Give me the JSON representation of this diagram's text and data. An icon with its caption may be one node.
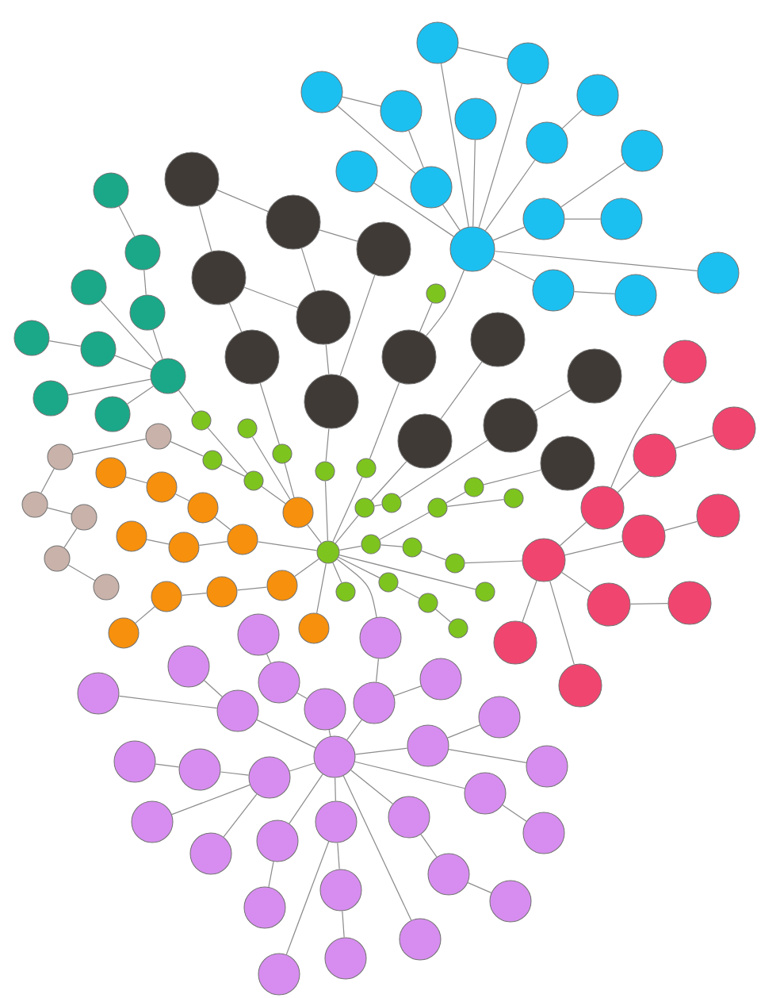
{
  "diagram": {
    "nodes": [
      {
        "text": [],
        "shape": "circle"
      },
      {
        "text": [],
        "shape": "circle"
      },
      {
        "text": [],
        "shape": "circle"
      },
      {
        "text": [],
        "shape": "circle"
      },
      {
        "text": [],
        "shape": "circle"
      },
      {
        "text": [],
        "shape": "circle"
      },
      {
        "text": [],
        "shape": "circle"
      },
      {
        "text": [],
        "shape": "circle"
      },
      {
        "text": [],
        "shape": "circle"
      },
      {
        "text": [],
        "shape": "circle"
      },
      {
        "text": [],
        "shape": "circle"
      },
      {
        "text": [],
        "shape": "circle"
      },
      {
        "text": [],
        "shape": "circle"
      },
      {
        "text": [],
        "shape": "circle"
      },
      {
        "text": [],
        "shape": "circle"
      },
      {
        "text": [],
        "shape": "circle"
      },
      {
        "text": [],
        "shape": "circle"
      },
      {
        "text": [],
        "shape": "circle"
      },
      {
        "text": [],
        "shape": "circle"
      },
      {
        "text": [],
        "shape": "circle"
      },
      {
        "text": [],
        "shape": "circle"
      },
      {
        "text": [],
        "shape": "circle"
      },
      {
        "text": [],
        "shape": "circle"
      },
      {
        "text": [],
        "shape": "circle"
      },
      {
        "text": [],
        "shape": "circle"
      },
      {
        "text": [],
        "shape": "circle"
      },
      {
        "text": [],
        "shape": "circle"
      },
      {
        "text": [],
        "shape": "circle"
      },
      {
        "text": [],
        "shape": "circle"
      },
      {
        "text": [],
        "shape": "circle"
      },
      {
        "text": [],
        "shape": "circle"
      },
      {
        "text": [],
        "shape": "circle"
      },
      {
        "text": [],
        "shape": "circle"
      },
      {
        "text": [],
        "shape": "circle"
      },
      {
        "text": [],
        "shape": "circle"
      },
      {
        "text": [],
        "shape": "circle"
      },
      {
        "text": [],
        "shape": "circle"
      },
      {
        "text": [],
        "shape": "circle"
      },
      {
        "text": [],
        "shape": "circle"
      },
      {
        "text": [],
        "shape": "circle"
      },
      {
        "text": [],
        "shape": "circle"
      },
      {
        "text": [],
        "shape": "circle"
      },
      {
        "text": [],
        "shape": "circle"
      },
      {
        "text": [],
        "shape": "circle"
      },
      {
        "text": [],
        "shape": "circle"
      },
      {
        "text": [],
        "shape": "circle"
      },
      {
        "text": [],
        "shape": "circle"
      },
      {
        "text": [],
        "shape": "circle"
      },
      {
        "text": [],
        "shape": "circle"
      },
      {
        "text": [],
        "shape": "circle"
      },
      {
        "text": [],
        "shape": "circle"
      },
      {
        "text": [],
        "shape": "circle"
      },
      {
        "text": [],
        "shape": "circle"
      },
      {
        "text": [],
        "shape": "circle"
      },
      {
        "text": [],
        "shape": "circle"
      },
      {
        "text": [],
        "shape": "circle"
      },
      {
        "text": [],
        "shape": "circle"
      },
      {
        "text": [],
        "shape": "circle"
      },
      {
        "text": [],
        "shape": "circle"
      },
      {
        "text": [],
        "shape": "circle"
      },
      {
        "text": [],
        "shape": "circle"
      },
      {
        "text": [],
        "shape": "circle"
      },
      {
        "text": [],
        "shape": "circle"
      },
      {
        "text": [],
        "shape": "circle"
      },
      {
        "text": [],
        "shape": "circle"
      },
      {
        "text": [],
        "shape": "circle"
      },
      {
        "text": [],
        "shape": "circle"
      },
      {
        "text": [],
        "shape": "circle"
      },
      {
        "text": [],
        "shape": "circle"
      },
      {
        "text": [],
        "shape": "circle"
      },
      {
        "text": [],
        "shape": "circle"
      },
      {
        "text": [],
        "shape": "circle"
      },
      {
        "text": [],
        "shape": "circle"
      },
      {
        "text": [],
        "shape": "circle"
      },
      {
        "text": [],
        "shape": "circle"
      },
      {
        "text": [],
        "shape": "circle"
      },
      {
        "text": [],
        "shape": "circle"
      },
      {
        "text": [],
        "shape": "circle"
      },
      {
        "text": [],
        "shape": "circle"
      },
      {
        "text": [],
        "shape": "circle"
      },
      {
        "text": [],
        "shape": "circle"
      },
      {
        "text": [],
        "shape": "circle"
      },
      {
        "text": [],
        "shape": "circle"
      },
      {
        "text": [],
        "shape": "circle"
      },
      {
        "text": [],
        "shape": "circle"
      },
      {
        "text": [],
        "shape": "circle"
      },
      {
        "text": [],
        "shape": "circle"
      },
      {
        "text": [],
        "shape": "circle"
      },
      {
        "text": [],
        "shape": "circle"
      },
      {
        "text": [],
        "shape": "circle"
      },
      {
        "text": [],
        "shape": "circle"
      },
      {
        "text": [],
        "shape": "circle"
      },
      {
        "text": [],
        "shape": "circle"
      },
      {
        "text": [],
        "shape": "circle"
      },
      {
        "text": [],
        "shape": "circle"
      },
      {
        "text": [],
        "shape": "circle"
      },
      {
        "text": [],
        "shape": "circle"
      },
      {
        "text": [],
        "shape": "circle"
      },
      {
        "text": [],
        "shape": "circle"
      },
      {
        "text": [],
        "shape": "circle"
      },
      {
        "text": [],
        "shape": "circle"
      },
      {
        "text": [],
        "shape": "circle"
      },
      {
        "text": [],
        "shape": "circle"
      },
      {
        "text": [],
        "shape": "circle"
      },
      {
        "text": [],
        "shape": "circle"
      },
      {
        "text": [],
        "shape": "circle"
      },
      {
        "text": [],
        "shape": "circle"
      },
      {
        "text": [],
        "shape": "circle"
      },
      {
        "text": [],
        "shape": "circle"
      },
      {
        "text": [],
        "shape": "circle"
      },
      {
        "text": [],
        "shape": "circle"
      },
      {
        "text": [],
        "shape": "circle"
      },
      {
        "text": [],
        "shape": "circle"
      },
      {
        "text": [],
        "shape": "circle"
      },
      {
        "text": [],
        "shape": "circle"
      },
      {
        "text": [],
        "shape": "circle"
      },
      {
        "text": [],
        "shape": "circle"
      },
      {
        "text": [],
        "shape": "circle"
      },
      {
        "text": [],
        "shape": "circle"
      }
    ],
    "edges": [
      {
        "from": 1,
        "to": 2,
        "arrow": "none"
      },
      {
        "from": 1,
        "to": 3,
        "arrow": "none"
      },
      {
        "from": 9,
        "to": 4,
        "arrow": "none"
      },
      {
        "from": 9,
        "to": 5,
        "arrow": "none"
      },
      {
        "from": 1,
        "to": 6,
        "arrow": "none"
      },
      {
        "from": 10,
        "to": 7,
        "arrow": "none"
      },
      {
        "from": 1,
        "to": 8,
        "arrow": "none"
      },
      {
        "from": 1,
        "to": 9,
        "arrow": "none"
      },
      {
        "from": 1,
        "to": 10,
        "arrow": "none"
      },
      {
        "from": 12,
        "to": 11,
        "arrow": "none"
      },
      {
        "from": 1,
        "to": 12,
        "arrow": "none"
      },
      {
        "from": 12,
        "to": 13,
        "arrow": "none"
      },
      {
        "from": 1,
        "to": 14,
        "arrow": "none"
      },
      {
        "from": 14,
        "to": 15,
        "arrow": "none"
      },
      {
        "from": 1,
        "to": 16,
        "arrow": "none"
      },
      {
        "from": 2,
        "to": 3,
        "arrow": "none"
      },
      {
        "from": 4,
        "to": 5,
        "arrow": "none"
      },
      {
        "from": 23,
        "to": 1,
        "arrow": "none"
      },
      {
        "from": 20,
        "to": 17,
        "arrow": "none"
      },
      {
        "from": 21,
        "to": 18,
        "arrow": "none"
      },
      {
        "from": 26,
        "to": 19,
        "arrow": "none"
      },
      {
        "from": 22,
        "to": 20,
        "arrow": "none"
      },
      {
        "from": 26,
        "to": 21,
        "arrow": "none"
      },
      {
        "from": 60,
        "to": 22,
        "arrow": "none"
      },
      {
        "from": 64,
        "to": 23,
        "arrow": "none"
      },
      {
        "from": 27,
        "to": 24,
        "arrow": "none"
      },
      {
        "from": 28,
        "to": 25,
        "arrow": "none"
      },
      {
        "from": 63,
        "to": 26,
        "arrow": "none"
      },
      {
        "from": 77,
        "to": 27,
        "arrow": "none"
      },
      {
        "from": 65,
        "to": 28,
        "arrow": "none"
      },
      {
        "from": 67,
        "to": 29,
        "arrow": "none"
      },
      {
        "from": 17,
        "to": 18,
        "arrow": "none"
      },
      {
        "from": 18,
        "to": 19,
        "arrow": "none"
      },
      {
        "from": 20,
        "to": 21,
        "arrow": "none"
      },
      {
        "from": 58,
        "to": 30,
        "arrow": "none"
      },
      {
        "from": 32,
        "to": 31,
        "arrow": "none"
      },
      {
        "from": 34,
        "to": 32,
        "arrow": "none"
      },
      {
        "from": 30,
        "to": 33,
        "arrow": "none"
      },
      {
        "from": 30,
        "to": 34,
        "arrow": "none"
      },
      {
        "from": 36,
        "to": 35,
        "arrow": "none"
      },
      {
        "from": 30,
        "to": 36,
        "arrow": "none"
      },
      {
        "from": 30,
        "to": 37,
        "arrow": "none"
      },
      {
        "from": 30,
        "to": 38,
        "arrow": "none"
      },
      {
        "from": 61,
        "to": 40,
        "arrow": "none"
      },
      {
        "from": 39,
        "to": 40,
        "arrow": "none"
      },
      {
        "from": 39,
        "to": 41,
        "arrow": "none"
      },
      {
        "from": 41,
        "to": 42,
        "arrow": "none"
      },
      {
        "from": 42,
        "to": 43,
        "arrow": "none"
      },
      {
        "from": 43,
        "to": 44,
        "arrow": "none"
      },
      {
        "from": 46,
        "to": 45,
        "arrow": "none"
      },
      {
        "from": 48,
        "to": 46,
        "arrow": "none"
      },
      {
        "from": 50,
        "to": 47,
        "arrow": "none"
      },
      {
        "from": 49,
        "to": 48,
        "arrow": "none"
      },
      {
        "from": 0,
        "to": 49,
        "arrow": "none"
      },
      {
        "from": 49,
        "to": 50,
        "arrow": "none"
      },
      {
        "from": 0,
        "to": 51,
        "arrow": "none"
      },
      {
        "from": 53,
        "to": 52,
        "arrow": "none"
      },
      {
        "from": 54,
        "to": 53,
        "arrow": "none"
      },
      {
        "from": 0,
        "to": 54,
        "arrow": "none"
      },
      {
        "from": 52,
        "to": 55,
        "arrow": "none"
      },
      {
        "from": 0,
        "to": 56,
        "arrow": "none"
      },
      {
        "from": 23,
        "to": 57,
        "arrow": "none"
      },
      {
        "from": 62,
        "to": 58,
        "arrow": "none"
      },
      {
        "from": 51,
        "to": 59,
        "arrow": "none"
      },
      {
        "from": 51,
        "to": 60,
        "arrow": "none"
      },
      {
        "from": 62,
        "to": 61,
        "arrow": "none"
      },
      {
        "from": 51,
        "to": 62,
        "arrow": "none"
      },
      {
        "from": 0,
        "to": 63,
        "arrow": "none"
      },
      {
        "from": 0,
        "to": 64,
        "arrow": "none"
      },
      {
        "from": 77,
        "to": 65,
        "arrow": "none"
      },
      {
        "from": 71,
        "to": 66,
        "arrow": "none"
      },
      {
        "from": 66,
        "to": 67,
        "arrow": "none"
      },
      {
        "from": 66,
        "to": 68,
        "arrow": "none"
      },
      {
        "from": 71,
        "to": 69,
        "arrow": "none"
      },
      {
        "from": 69,
        "to": 70,
        "arrow": "none"
      },
      {
        "from": 0,
        "to": 71,
        "arrow": "none"
      },
      {
        "from": 0,
        "to": 72,
        "arrow": "none"
      },
      {
        "from": 0,
        "to": 73,
        "arrow": "none"
      },
      {
        "from": 73,
        "to": 74,
        "arrow": "none"
      },
      {
        "from": 0,
        "to": 75,
        "arrow": "none"
      },
      {
        "from": 74,
        "to": 76,
        "arrow": "none"
      },
      {
        "from": 0,
        "to": 77,
        "arrow": "none"
      },
      {
        "from": 70,
        "to": 78,
        "arrow": "none"
      },
      {
        "from": 82,
        "to": 79,
        "arrow": "none"
      },
      {
        "from": 81,
        "to": 80,
        "arrow": "none"
      },
      {
        "from": 82,
        "to": 81,
        "arrow": "none"
      },
      {
        "from": 78,
        "to": 82,
        "arrow": "none"
      },
      {
        "from": 84,
        "to": 83,
        "arrow": "none"
      },
      {
        "from": 78,
        "to": 84,
        "arrow": "none"
      },
      {
        "from": 78,
        "to": 85,
        "arrow": "none"
      },
      {
        "from": 85,
        "to": 86,
        "arrow": "none"
      },
      {
        "from": 78,
        "to": 87,
        "arrow": "none"
      },
      {
        "from": 78,
        "to": 88,
        "arrow": "none"
      },
      {
        "from": 0,
        "to": 91,
        "arrow": "none"
      },
      {
        "from": 93,
        "to": 90,
        "arrow": "none"
      },
      {
        "from": 96,
        "to": 91,
        "arrow": "none"
      },
      {
        "from": 94,
        "to": 92,
        "arrow": "none"
      },
      {
        "from": 95,
        "to": 93,
        "arrow": "none"
      },
      {
        "from": 89,
        "to": 94,
        "arrow": "none"
      },
      {
        "from": 89,
        "to": 95,
        "arrow": "none"
      },
      {
        "from": 89,
        "to": 96,
        "arrow": "none"
      },
      {
        "from": 96,
        "to": 97,
        "arrow": "none"
      },
      {
        "from": 94,
        "to": 98,
        "arrow": "none"
      },
      {
        "from": 100,
        "to": 99,
        "arrow": "none"
      },
      {
        "from": 89,
        "to": 100,
        "arrow": "none"
      },
      {
        "from": 99,
        "to": 101,
        "arrow": "none"
      },
      {
        "from": 89,
        "to": 102,
        "arrow": "none"
      },
      {
        "from": 102,
        "to": 103,
        "arrow": "none"
      },
      {
        "from": 102,
        "to": 104,
        "arrow": "none"
      },
      {
        "from": 89,
        "to": 105,
        "arrow": "none"
      },
      {
        "from": 100,
        "to": 106,
        "arrow": "none"
      },
      {
        "from": 100,
        "to": 107,
        "arrow": "none"
      },
      {
        "from": 89,
        "to": 108,
        "arrow": "none"
      },
      {
        "from": 89,
        "to": 109,
        "arrow": "none"
      },
      {
        "from": 89,
        "to": 110,
        "arrow": "none"
      },
      {
        "from": 105,
        "to": 111,
        "arrow": "none"
      },
      {
        "from": 108,
        "to": 112,
        "arrow": "none"
      },
      {
        "from": 109,
        "to": 113,
        "arrow": "none"
      },
      {
        "from": 110,
        "to": 114,
        "arrow": "none"
      },
      {
        "from": 114,
        "to": 115,
        "arrow": "none"
      },
      {
        "from": 109,
        "to": 116,
        "arrow": "none"
      },
      {
        "from": 113,
        "to": 117,
        "arrow": "none"
      },
      {
        "from": 89,
        "to": 118,
        "arrow": "none"
      }
    ]
  }
}
